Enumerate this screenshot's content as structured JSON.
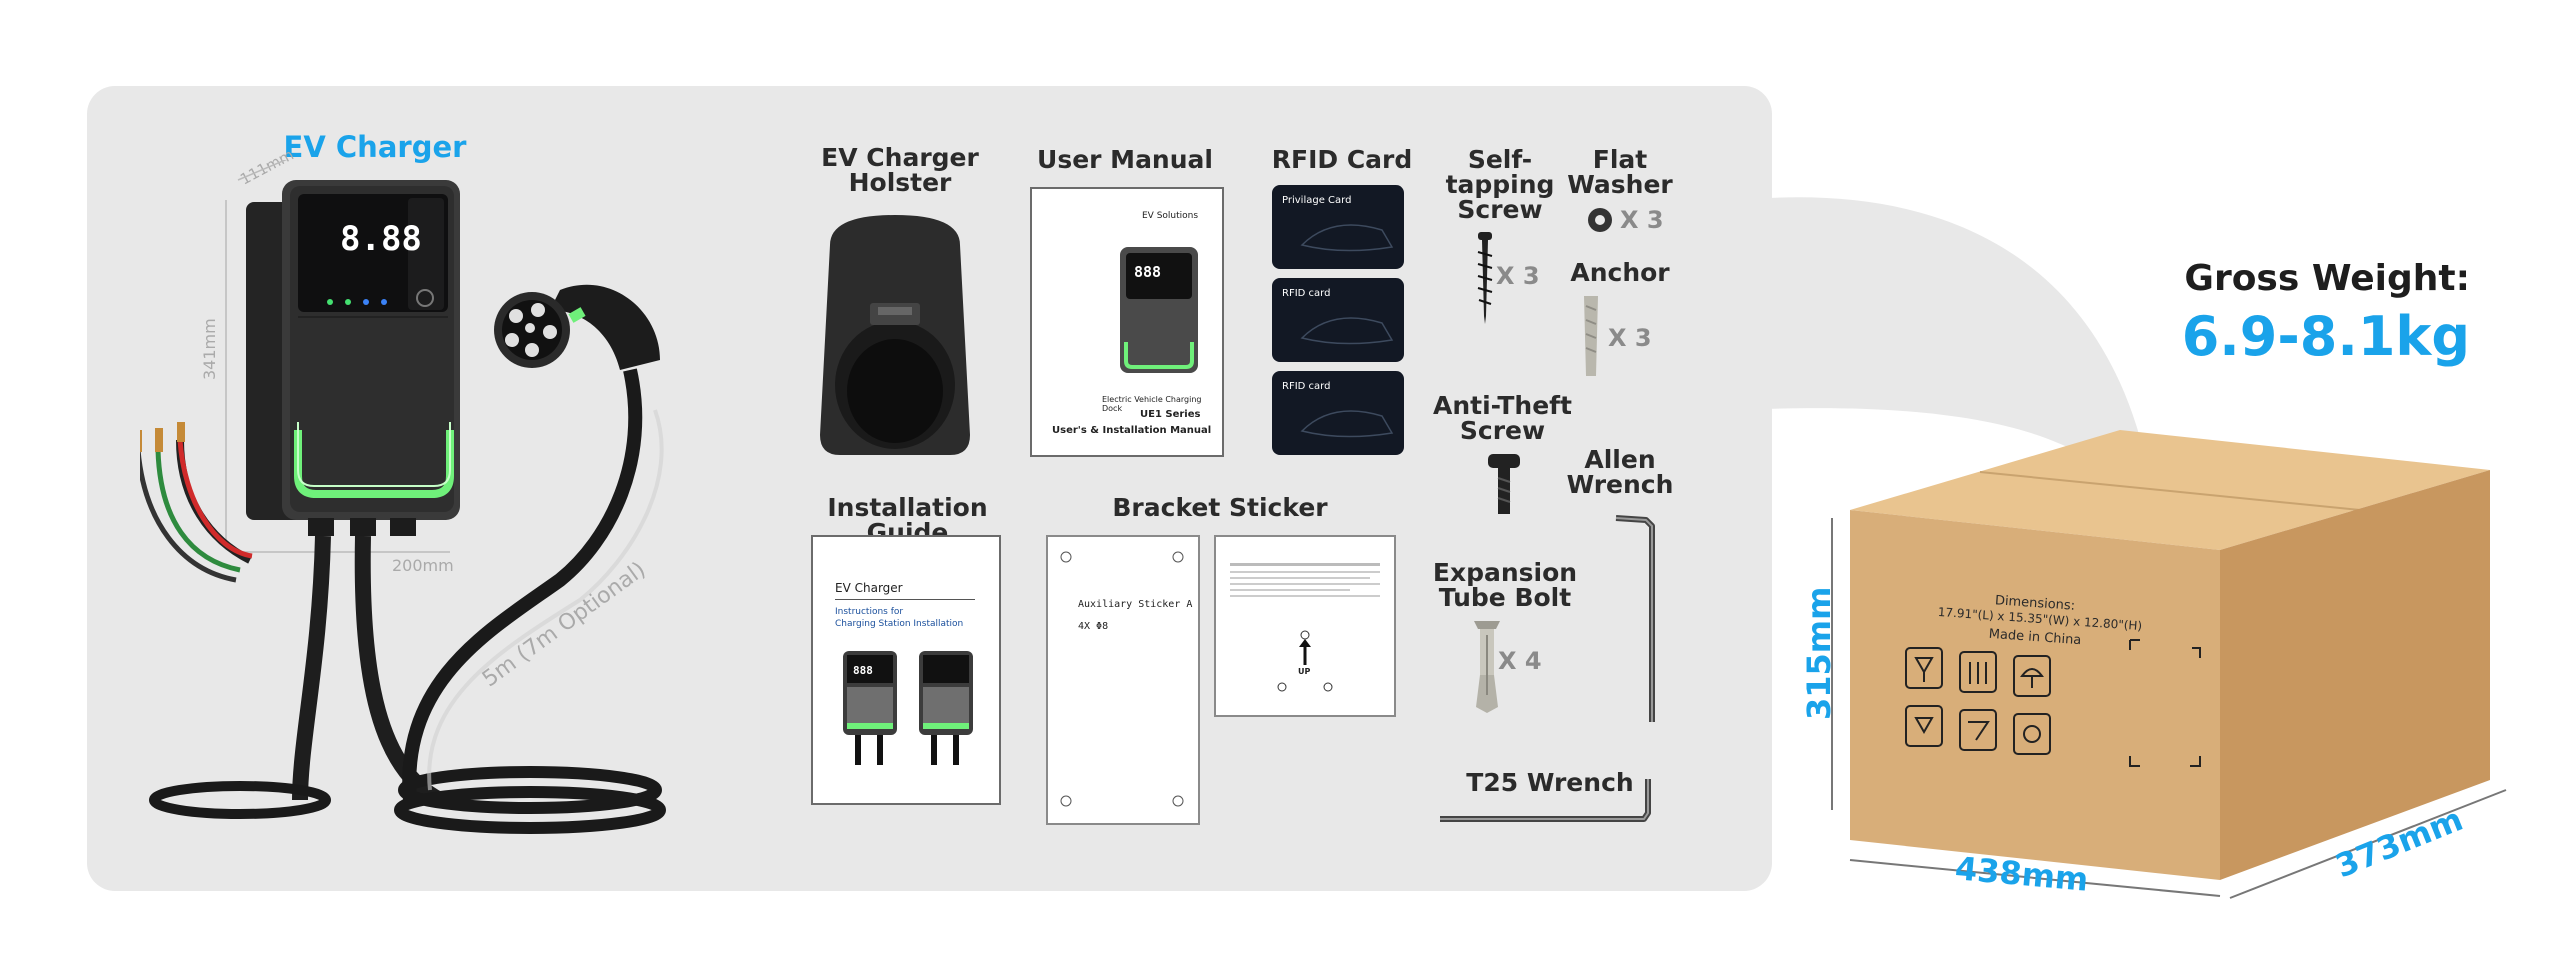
{
  "charger": {
    "label": "EV Charger",
    "display": "8.88",
    "dim_depth": "111mm",
    "dim_height": "341mm",
    "dim_width": "200mm",
    "cable_length": "5m (7m Optional)"
  },
  "items": {
    "holster": "EV Charger\nHolster",
    "manual": "User Manual",
    "rfid": "RFID Card",
    "self_tapping": "Self-\ntapping\nScrew",
    "flat_washer": "Flat\nWasher",
    "anchor": "Anchor",
    "anti_theft": "Anti-Theft\nScrew",
    "allen": "Allen\nWrench",
    "expansion": "Expansion\nTube Bolt",
    "t25": "T25 Wrench",
    "install_guide": "Installation Guide",
    "bracket_sticker": "Bracket Sticker"
  },
  "quantities": {
    "self_tapping": "X 3",
    "flat_washer": "X 3",
    "anchor": "X 3",
    "expansion": "X 4"
  },
  "manual_doc": {
    "brand": "EV Solutions",
    "display": "888",
    "subtitle": "Electric Vehicle Charging Dock",
    "series": "UE1 Series",
    "title": "User's & Installation Manual"
  },
  "rfid_cards": [
    "Privilage Card",
    "RFID card",
    "RFID card"
  ],
  "guide_doc": {
    "title": "EV Charger",
    "line1": "Instructions for",
    "line2": "Charging Station Installation",
    "display": "888"
  },
  "sticker_doc": {
    "title": "Auxiliary Sticker A",
    "note": "4X Φ8",
    "up": "UP"
  },
  "weight": {
    "label": "Gross Weight:",
    "value": "6.9-8.1kg"
  },
  "box": {
    "height": "315mm",
    "length": "438mm",
    "depth": "373mm",
    "dim_label": "Dimensions:",
    "dim_value": "17.91\"(L) x 15.35\"(W) x 12.80\"(H)",
    "origin": "Made in China"
  },
  "colors": {
    "accent": "#1aa3ea",
    "panel": "#e8e8e8",
    "charger_green": "#6ff07a",
    "box": "#d7ad7a"
  }
}
